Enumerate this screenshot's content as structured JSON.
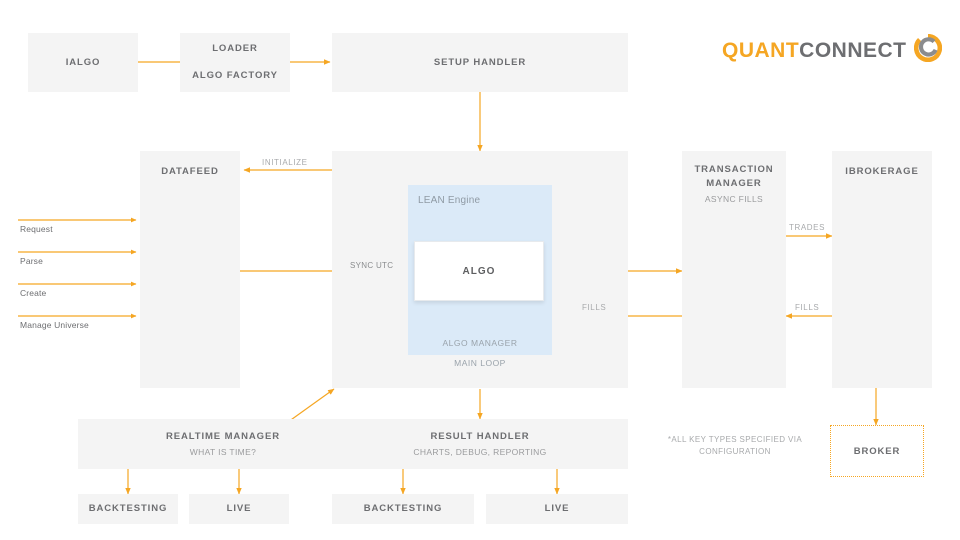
{
  "logo": {
    "part1": "QUANT",
    "part2": "CONNECT",
    "icon": "quantconnect-mark",
    "color_orange": "#f5a623",
    "color_gray": "#6d6e71"
  },
  "theme": {
    "box_fill": "#f4f4f4",
    "arrow": "#f5a623",
    "lean_fill": "#dbeaf8",
    "text_dark": "#6d6e71",
    "text_light": "#a8aaac"
  },
  "boxes": {
    "ialgo": {
      "title": "IALGO"
    },
    "loader": {
      "title": "LOADER",
      "title2": "ALGO FACTORY"
    },
    "setup_handler": {
      "title": "SETUP HANDLER"
    },
    "datafeed": {
      "title": "DATAFEED"
    },
    "transaction_mgr": {
      "title": "TRANSACTION MANAGER",
      "subtitle": "ASYNC FILLS"
    },
    "ibrokerage": {
      "title": "IBROKERAGE"
    },
    "broker": {
      "title": "BROKER"
    },
    "realtime_mgr": {
      "title": "REALTIME MANAGER",
      "subtitle": "WHAT IS TIME?"
    },
    "result_handler": {
      "title": "RESULT HANDLER",
      "subtitle": "CHARTS, DEBUG, REPORTING"
    },
    "rt_backtesting": {
      "title": "BACKTESTING"
    },
    "rt_live": {
      "title": "LIVE"
    },
    "rh_backtesting": {
      "title": "BACKTESTING"
    },
    "rh_live": {
      "title": "LIVE"
    }
  },
  "lean": {
    "title": "LEAN Engine",
    "algo": "ALGO",
    "algo_manager": "ALGO MANAGER",
    "main_loop": "MAIN LOOP"
  },
  "edge_labels": {
    "initialize": "INITIALIZE",
    "sync_utc": "SYNC UTC",
    "trades": "TRADES",
    "fills_right": "FILLS",
    "fills_center": "FILLS"
  },
  "inputs": [
    {
      "label": "Request"
    },
    {
      "label": "Parse"
    },
    {
      "label": "Create"
    },
    {
      "label": "Manage Universe"
    }
  ],
  "footnote": "*ALL KEY TYPES SPECIFIED VIA CONFIGURATION"
}
